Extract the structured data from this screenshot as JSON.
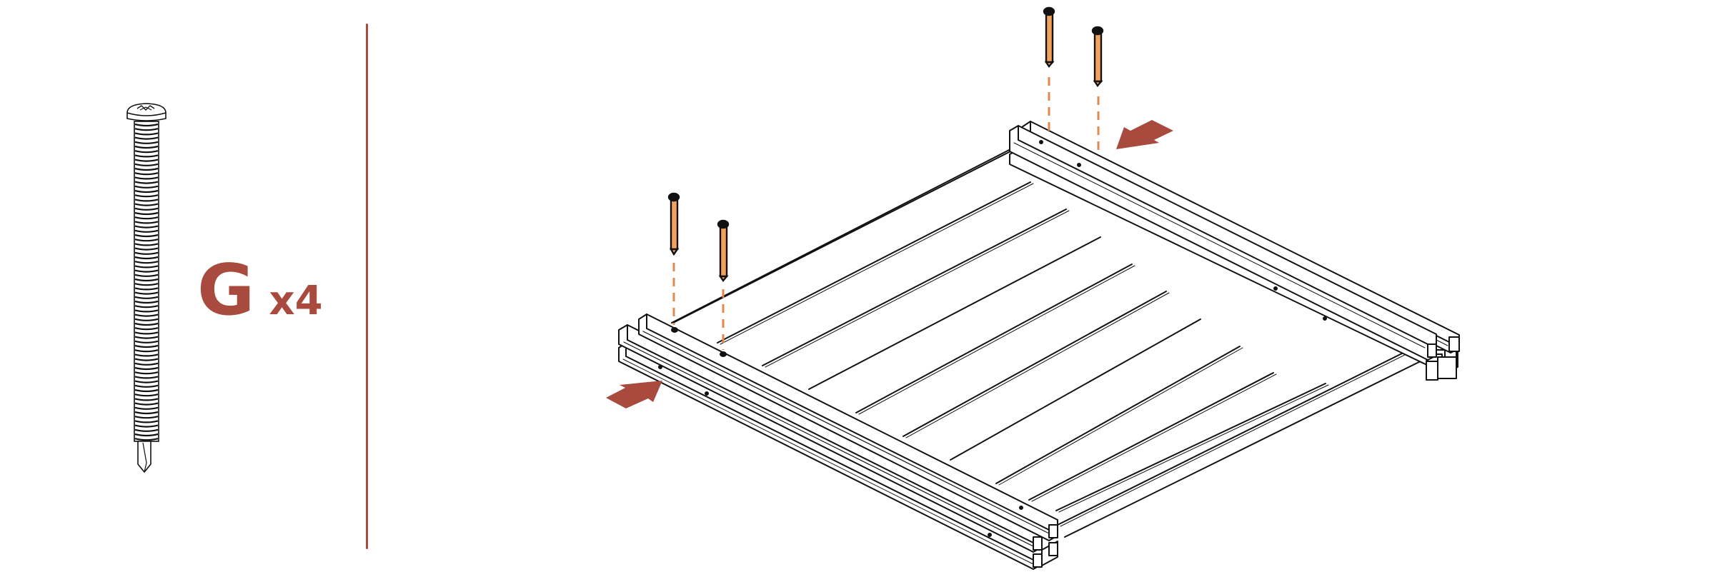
{
  "step": {
    "part": {
      "letter": "G",
      "quantity": "x4",
      "icon": "self-drilling-screw-icon"
    },
    "diagram": {
      "description": "Isometric view of deck platform with two stacked rails on each side; two screws inserted on each side along dashed guide lines; red arrows indicate push direction",
      "screws_shown": 4,
      "arrows": [
        "push-arrow-front-left",
        "push-arrow-back-right"
      ]
    },
    "colors": {
      "accent": "#a84a3e",
      "screw_fill": "#f4a15c",
      "guide_dash": "#e08a4f",
      "line": "#111111",
      "background": "#ffffff"
    }
  }
}
